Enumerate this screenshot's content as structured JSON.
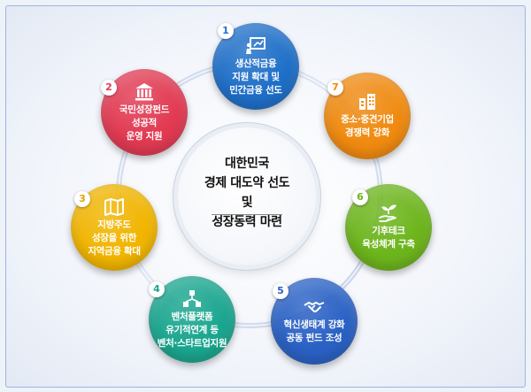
{
  "center": {
    "title": "대한민국\n경제 대도약 선도\n및\n성장동력 마련"
  },
  "nodes": [
    {
      "number": "1",
      "label": "생산적금융\n지원 확대 및\n민간금융 선도",
      "icon": "presentation-board-icon",
      "color": "#1f6fc8"
    },
    {
      "number": "2",
      "label": "국민성장펀드\n성공적\n운영 지원",
      "icon": "bank-building-icon",
      "color": "#e23a52"
    },
    {
      "number": "3",
      "label": "지방주도\n성장을 위한\n지역금융 확대",
      "icon": "map-icon",
      "color": "#f1b500"
    },
    {
      "number": "4",
      "label": "벤처플랫폼\n유기적연계 등\n벤처·스타트업지원",
      "icon": "cubes-network-icon",
      "color": "#1aa68f"
    },
    {
      "number": "5",
      "label": "혁신생태계 강화\n공동 펀드 조성",
      "icon": "handshake-icon",
      "color": "#2a61c4"
    },
    {
      "number": "6",
      "label": "기후테크\n육성체계 구축",
      "icon": "plant-hand-icon",
      "color": "#6db51c"
    },
    {
      "number": "7",
      "label": "중소·중견기업\n경쟁력 강화",
      "icon": "factory-icon",
      "color": "#f08a10"
    }
  ]
}
